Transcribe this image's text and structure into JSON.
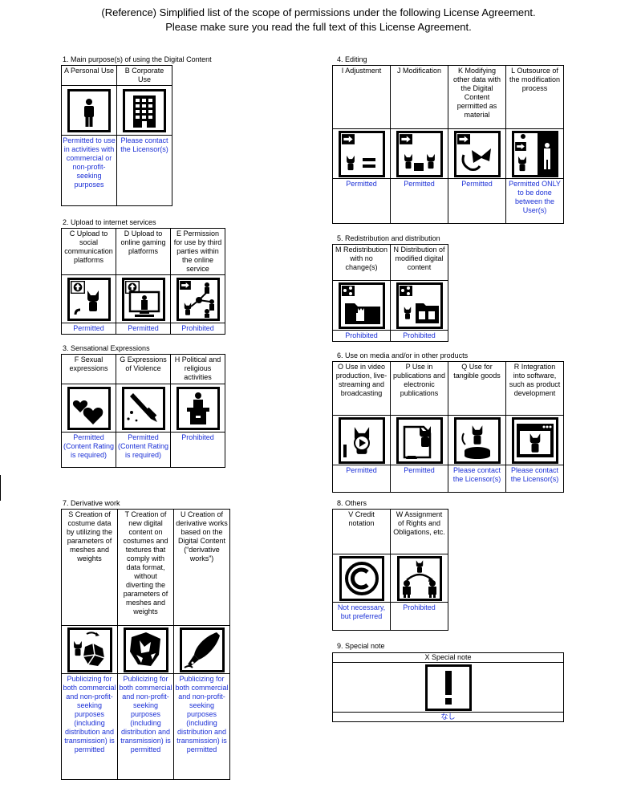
{
  "header": {
    "line1": "(Reference) Simplified list of the scope of permissions under the following License Agreement.",
    "line2": "Please make sure you read the full text of this License Agreement."
  },
  "sections": {
    "s1": {
      "title": "1. Main purpose(s) of using the Digital Content",
      "items": [
        {
          "label": "A Personal Use",
          "icon": "person-icon",
          "status": "Permitted to use in activities with commercial or non-profit-seeking purposes"
        },
        {
          "label": "B Corporate Use",
          "icon": "building-icon",
          "status": "Please contact the Licensor(s)"
        }
      ]
    },
    "s2": {
      "title": "2. Upload to internet services",
      "items": [
        {
          "label": "C Upload to social communication platforms",
          "icon": "upload-social-icon",
          "status": "Permitted"
        },
        {
          "label": "D Upload to online gaming platforms",
          "icon": "upload-gaming-icon",
          "status": "Permitted"
        },
        {
          "label": "E Permission for use by third parties within the online service",
          "icon": "third-party-share-icon",
          "status": "Prohibited"
        }
      ]
    },
    "s3": {
      "title": "3. Sensational Expressions",
      "items": [
        {
          "label": "F Sexual expressions",
          "icon": "hearts-icon",
          "status": "Permitted (Content Rating is required)"
        },
        {
          "label": "G Expressions of Violence",
          "icon": "knife-icon",
          "status": "Permitted (Content Rating is required)"
        },
        {
          "label": "H Political and religious activities",
          "icon": "podium-icon",
          "status": "Prohibited"
        }
      ]
    },
    "s4": {
      "title": "4. Editing",
      "items": [
        {
          "label": "I Adjustment",
          "icon": "adjust-icon",
          "status": "Permitted"
        },
        {
          "label": "J Modification",
          "icon": "modify-icon",
          "status": "Permitted"
        },
        {
          "label": "K Modifying other data with the Digital Content permitted as material",
          "icon": "modify-material-icon",
          "status": "Permitted"
        },
        {
          "label": "L Outsource of the modification process",
          "icon": "outsource-icon",
          "status": "Permitted ONLY to be done between the User(s)"
        }
      ]
    },
    "s5": {
      "title": "5. Redistribution and distribution",
      "items": [
        {
          "label": "M Redistribution with no change(s)",
          "icon": "redistribute-icon",
          "status": "Prohibited"
        },
        {
          "label": "N Distribution of modified digital content",
          "icon": "distribute-modified-icon",
          "status": "Prohibited"
        }
      ]
    },
    "s6": {
      "title": "6. Use on media and/or in other products",
      "items": [
        {
          "label": "O Use in video production, live-streaming and broadcasting",
          "icon": "video-icon",
          "status": "Permitted"
        },
        {
          "label": "P Use in publications and electronic publications",
          "icon": "publication-icon",
          "status": "Permitted"
        },
        {
          "label": "Q Use for tangible goods",
          "icon": "figure-goods-icon",
          "status": "Please contact the Licensor(s)"
        },
        {
          "label": "R Integration into software, such as product development",
          "icon": "software-window-icon",
          "status": "Please contact the Licensor(s)"
        }
      ]
    },
    "s7": {
      "title": "7. Derivative work",
      "items": [
        {
          "label": "S Creation of costume data by utilizing the parameters of meshes and weights",
          "icon": "costume-mesh-icon",
          "status": "Publicizing for both commercial and non-profit-seeking purposes (including distribution and transmission) is permitted"
        },
        {
          "label": "T Creation of new digital content on costumes and textures that comply with data format, without diverting the parameters of meshes and weights",
          "icon": "costume-texture-icon",
          "status": "Publicizing for both commercial and non-profit-seeking purposes (including distribution and transmission) is permitted"
        },
        {
          "label": "U Creation of derivative works based on the Digital Content (“derivative works”)",
          "icon": "pen-nib-icon",
          "status": "Publicizing for both commercial and non-profit-seeking purposes (including distribution and transmission) is permitted"
        }
      ]
    },
    "s8": {
      "title": "8. Others",
      "items": [
        {
          "label": "V Credit notation",
          "icon": "copyright-icon",
          "status": "Not necessary, but preferred"
        },
        {
          "label": "W Assignment of Rights and Obligations, etc.",
          "icon": "assignment-icon",
          "status": "Prohibited"
        }
      ]
    },
    "s9": {
      "title": "9. Special note",
      "label": "X Special note",
      "icon": "exclamation-icon",
      "status": "なし"
    }
  },
  "colors": {
    "status": "#1a2fd6",
    "border": "#000000"
  }
}
